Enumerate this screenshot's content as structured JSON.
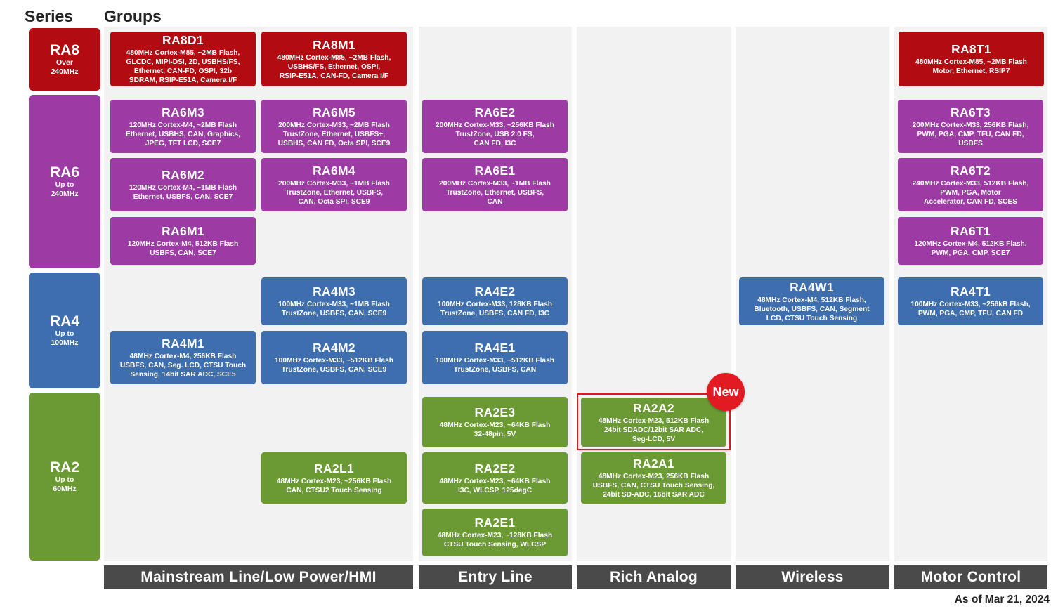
{
  "headers": {
    "series": "Series",
    "groups": "Groups"
  },
  "series": {
    "ra8": {
      "name": "RA8",
      "sub": "Over\n240MHz",
      "color": "#b20c12"
    },
    "ra6": {
      "name": "RA6",
      "sub": "Up to\n240MHz",
      "color": "#9b3ba3"
    },
    "ra4": {
      "name": "RA4",
      "sub": "Up to\n100MHz",
      "color": "#3e6ead"
    },
    "ra2": {
      "name": "RA2",
      "sub": "Up to\n60MHz",
      "color": "#6b9a35"
    }
  },
  "categories": {
    "mainstream": "Mainstream Line/Low Power/HMI",
    "entry": "Entry Line",
    "rich_analog": "Rich Analog",
    "wireless": "Wireless",
    "motor": "Motor Control"
  },
  "chips": {
    "ra8d1": {
      "name": "RA8D1",
      "desc": "480MHz Cortex-M85, ~2MB Flash,\nGLCDC, MIPI-DSI, 2D, USBHS/FS,\nEthernet, CAN-FD, OSPI, 32b\nSDRAM, RSIP-E51A, Camera I/F"
    },
    "ra8m1": {
      "name": "RA8M1",
      "desc": "480MHz Cortex-M85, ~2MB Flash,\nUSBHS/FS, Ethernet, OSPI,\nRSIP-E51A, CAN-FD, Camera I/F"
    },
    "ra8t1": {
      "name": "RA8T1",
      "desc": "480MHz Cortex-M85, ~2MB Flash\nMotor, Ethernet, RSIP7"
    },
    "ra6m3": {
      "name": "RA6M3",
      "desc": "120MHz Cortex-M4, ~2MB Flash\nEthernet, USBHS, CAN, Graphics,\nJPEG, TFT LCD, SCE7"
    },
    "ra6m5": {
      "name": "RA6M5",
      "desc": "200MHz Cortex-M33, ~2MB Flash\nTrustZone, Ethernet, USBFS+,\nUSBHS, CAN FD, Octa SPI, SCE9"
    },
    "ra6e2": {
      "name": "RA6E2",
      "desc": "200MHz Cortex-M33, ~256KB Flash\nTrustZone, USB 2.0 FS,\nCAN FD, I3C"
    },
    "ra6t3": {
      "name": "RA6T3",
      "desc": "200MHz Cortex-M33, 256KB Flash,\nPWM, PGA, CMP, TFU, CAN FD,\nUSBFS"
    },
    "ra6m2": {
      "name": "RA6M2",
      "desc": "120MHz Cortex-M4, ~1MB Flash\nEthernet, USBFS, CAN, SCE7"
    },
    "ra6m4": {
      "name": "RA6M4",
      "desc": "200MHz Cortex-M33, ~1MB Flash\nTrustZone, Ethernet, USBFS,\nCAN, Octa SPI, SCE9"
    },
    "ra6e1": {
      "name": "RA6E1",
      "desc": "200MHz Cortex-M33, ~1MB Flash\nTrustZone, Ethernet, USBFS,\nCAN"
    },
    "ra6t2": {
      "name": "RA6T2",
      "desc": "240MHz Cortex-M33, 512KB Flash,\nPWM, PGA, Motor\nAccelerator, CAN FD, SCES"
    },
    "ra6m1": {
      "name": "RA6M1",
      "desc": "120MHz Cortex-M4, 512KB Flash\nUSBFS, CAN, SCE7"
    },
    "ra6t1": {
      "name": "RA6T1",
      "desc": "120MHz Cortex-M4, 512KB Flash,\nPWM, PGA, CMP, SCE7"
    },
    "ra4m3": {
      "name": "RA4M3",
      "desc": "100MHz Cortex-M33, ~1MB Flash\nTrustZone, USBFS, CAN, SCE9"
    },
    "ra4e2": {
      "name": "RA4E2",
      "desc": "100MHz Cortex-M33, 128KB Flash\nTrustZone, USBFS, CAN FD, I3C"
    },
    "ra4w1": {
      "name": "RA4W1",
      "desc": "48MHz Cortex-M4, 512KB Flash,\nBluetooth, USBFS, CAN, Segment\nLCD, CTSU Touch Sensing"
    },
    "ra4t1": {
      "name": "RA4T1",
      "desc": "100MHz Cortex-M33, ~256kB Flash,\nPWM, PGA, CMP, TFU, CAN FD"
    },
    "ra4m1": {
      "name": "RA4M1",
      "desc": "48MHz Cortex-M4, 256KB Flash\nUSBFS, CAN, Seg. LCD, CTSU Touch\nSensing, 14bit SAR ADC, SCE5"
    },
    "ra4m2": {
      "name": "RA4M2",
      "desc": "100MHz Cortex-M33, ~512KB Flash\nTrustZone, USBFS, CAN, SCE9"
    },
    "ra4e1": {
      "name": "RA4E1",
      "desc": "100MHz Cortex-M33, ~512KB Flash\nTrustZone, USBFS, CAN"
    },
    "ra2e3": {
      "name": "RA2E3",
      "desc": "48MHz Cortex-M23, ~64KB Flash\n32-48pin, 5V"
    },
    "ra2a2": {
      "name": "RA2A2",
      "desc": "48MHz Cortex-M23, 512KB Flash\n24bit SDADC/12bit SAR ADC,\nSeg-LCD, 5V"
    },
    "ra2l1": {
      "name": "RA2L1",
      "desc": "48MHz Cortex-M23, ~256KB Flash\nCAN, CTSU2 Touch Sensing"
    },
    "ra2e2": {
      "name": "RA2E2",
      "desc": "48MHz Cortex-M23, ~64KB Flash\nI3C, WLCSP, 125degC"
    },
    "ra2a1": {
      "name": "RA2A1",
      "desc": "48MHz Cortex-M23, 256KB Flash\nUSBFS, CAN, CTSU Touch Sensing,\n24bit SD-ADC, 16bit SAR ADC"
    },
    "ra2e1": {
      "name": "RA2E1",
      "desc": "48MHz Cortex-M23, ~128KB Flash\nCTSU Touch Sensing, WLCSP"
    }
  },
  "badge": {
    "label": "New",
    "color": "#e21b23"
  },
  "footer": {
    "date_note": "As of Mar 21, 2024"
  }
}
